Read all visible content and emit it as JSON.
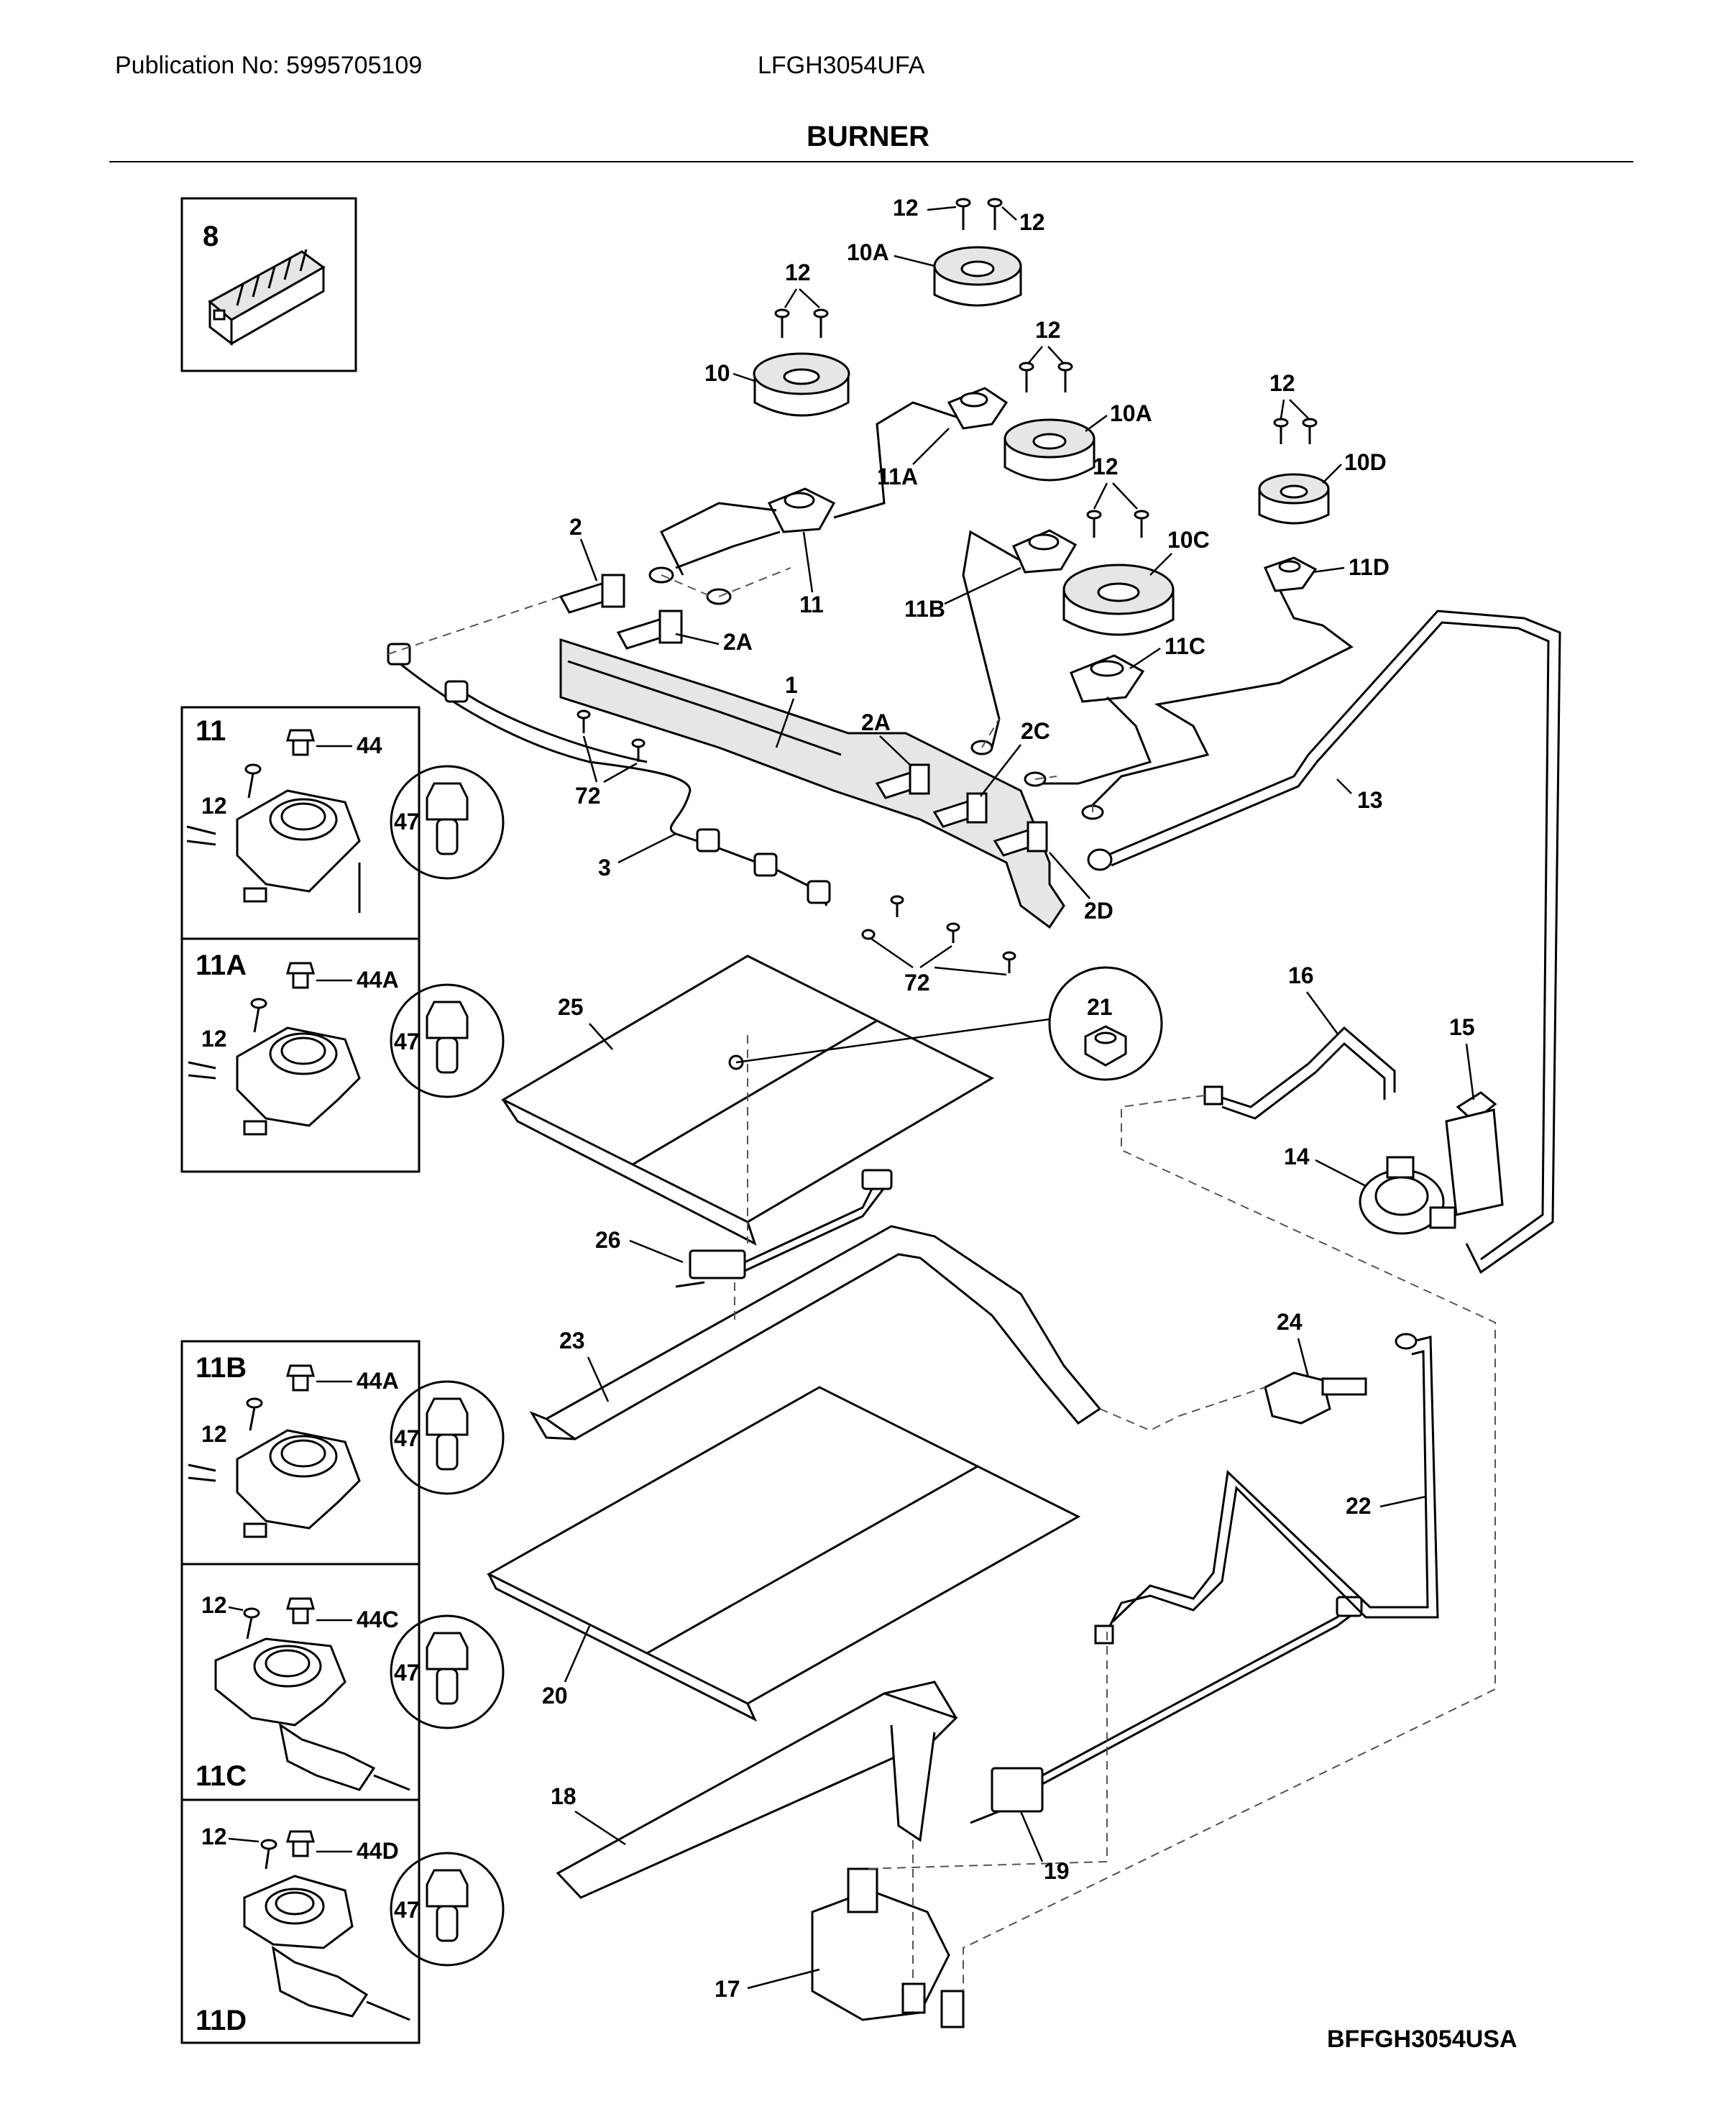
{
  "header": {
    "publication": "Publication No: 5995705109",
    "model": "LFGH3054UFA"
  },
  "title": "BURNER",
  "diagram_code": "BFFGH3054USA",
  "inset_boxes": {
    "box8": {
      "title": "8"
    },
    "box11": {
      "title": "11",
      "screw": "12",
      "cap": "44",
      "circle": "47"
    },
    "box11A": {
      "title": "11A",
      "screw": "12",
      "cap": "44A",
      "circle": "47"
    },
    "box11B": {
      "title": "11B",
      "screw": "12",
      "cap": "44A",
      "circle": "47"
    },
    "box11C": {
      "title": "11C",
      "screw": "12",
      "cap": "44C",
      "circle": "47"
    },
    "box11D": {
      "title": "11D",
      "screw": "12",
      "cap": "44D",
      "circle": "47"
    }
  },
  "callouts": {
    "c1": "1",
    "c2": "2",
    "c2A_left": "2A",
    "c2A_mid": "2A",
    "c2C": "2C",
    "c2D": "2D",
    "c3": "3",
    "c10": "10",
    "c10A_top": "10A",
    "c10A_right": "10A",
    "c10C": "10C",
    "c10D": "10D",
    "c11": "11",
    "c11A": "11A",
    "c11B": "11B",
    "c11C": "11C",
    "c11D": "11D",
    "c12_a": "12",
    "c12_b": "12",
    "c12_c": "12",
    "c12_d": "12",
    "c12_e": "12",
    "c12_f": "12",
    "c13": "13",
    "c14": "14",
    "c15": "15",
    "c16": "16",
    "c17": "17",
    "c18": "18",
    "c19": "19",
    "c20": "20",
    "c21": "21",
    "c22": "22",
    "c23": "23",
    "c24": "24",
    "c25": "25",
    "c26": "26",
    "c72_a": "72",
    "c72_b": "72"
  }
}
